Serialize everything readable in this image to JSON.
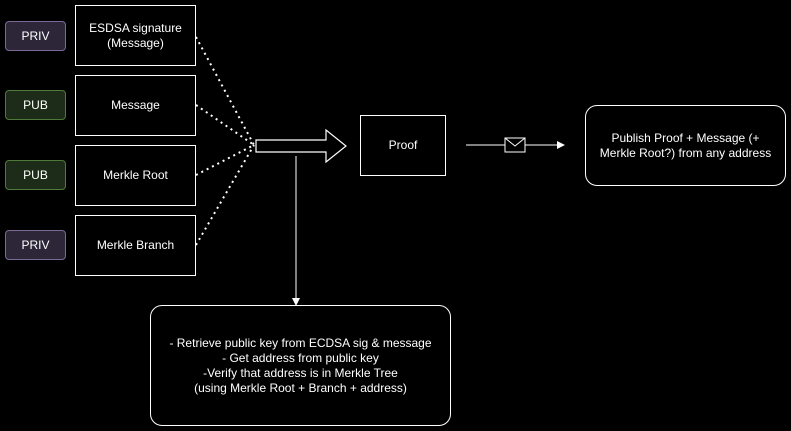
{
  "inputs": [
    {
      "badge": "PRIV",
      "kind": "priv",
      "label": "ESDSA signature\n(Message)"
    },
    {
      "badge": "PUB",
      "kind": "pub",
      "label": "Message"
    },
    {
      "badge": "PUB",
      "kind": "pub",
      "label": "Merkle Root"
    },
    {
      "badge": "PRIV",
      "kind": "priv",
      "label": "Merkle Branch"
    }
  ],
  "proof": {
    "label": "Proof"
  },
  "publish": {
    "label": "Publish Proof + Message (+\nMerkle Root?) from any address"
  },
  "verify": {
    "label": "- Retrieve public key from ECDSA sig & message\n- Get address from public key\n-Verify that address is in Merkle Tree\n(using Merkle Root + Branch + address)"
  },
  "colors": {
    "background": "#000000",
    "stroke": "#ffffff",
    "priv_fill": "#2d2538",
    "priv_border": "#7b6a93",
    "pub_fill": "#1d2c18",
    "pub_border": "#4f7a3a"
  },
  "icons": {
    "message": "envelope-icon"
  }
}
